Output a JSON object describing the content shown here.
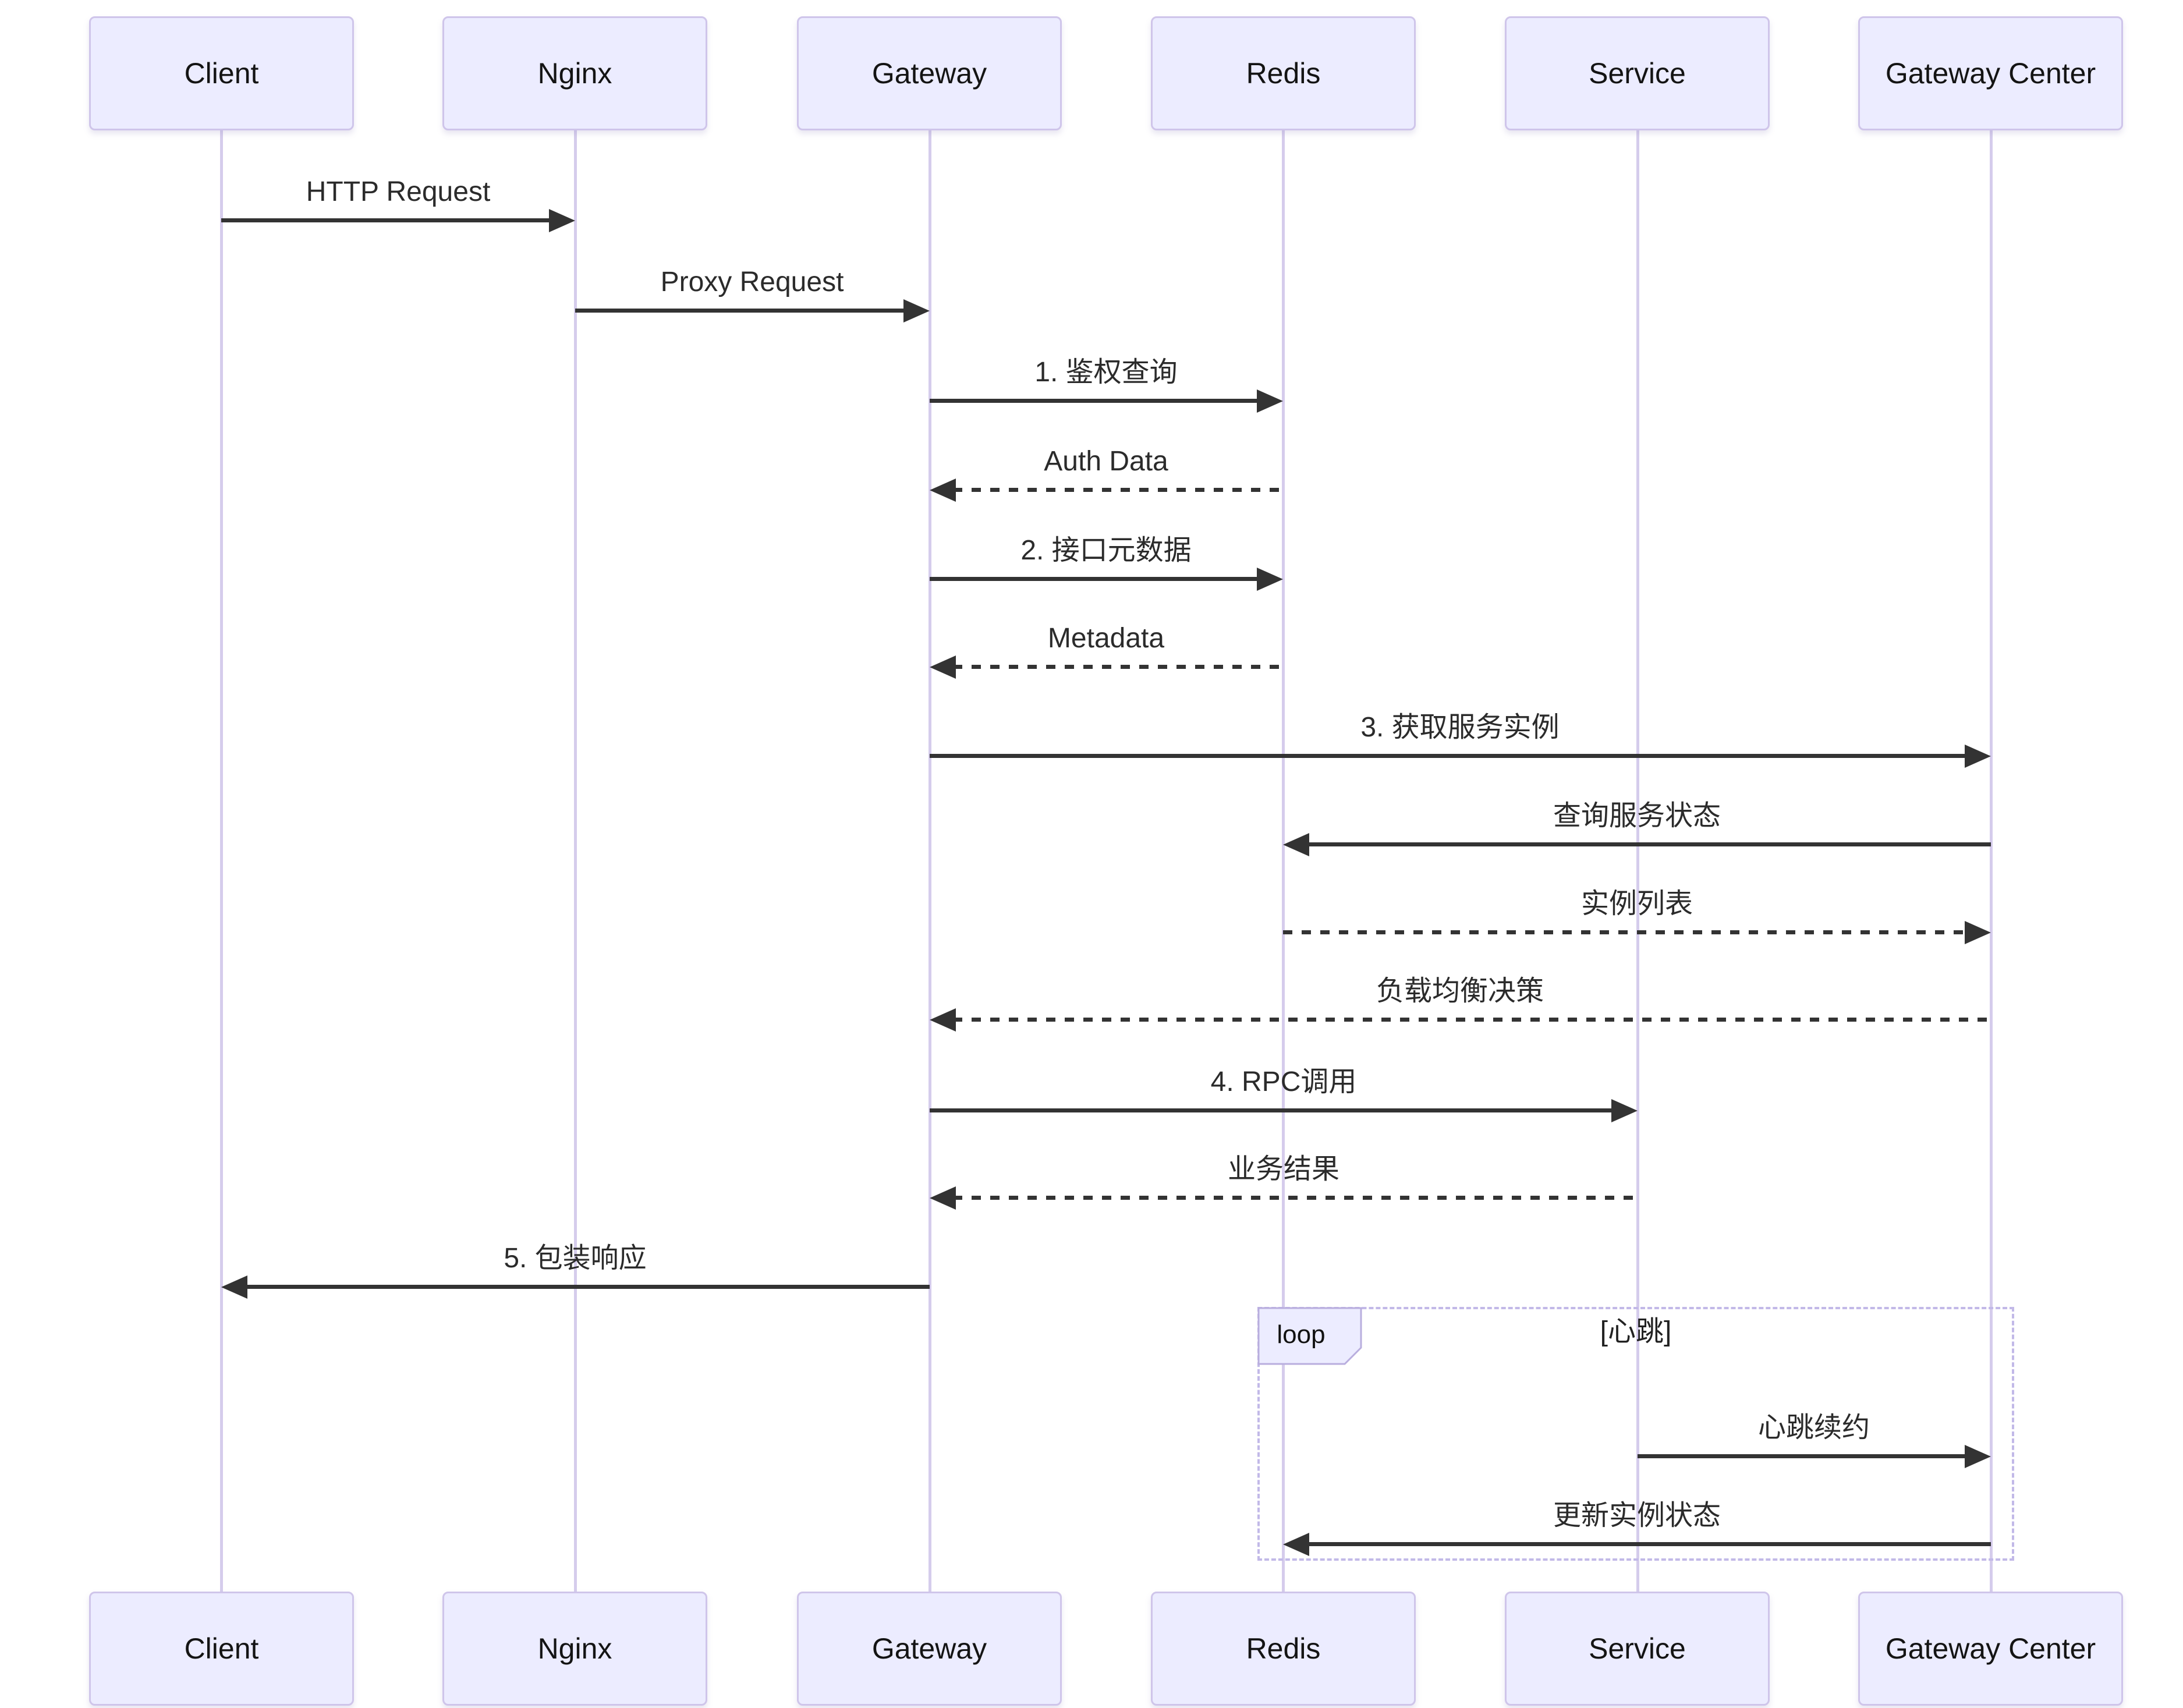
{
  "diagram": {
    "type": "sequence-diagram",
    "actors": [
      {
        "label": "Client"
      },
      {
        "label": "Nginx"
      },
      {
        "label": "Gateway"
      },
      {
        "label": "Redis"
      },
      {
        "label": "Service"
      },
      {
        "label": "Gateway Center"
      }
    ],
    "messages": [
      {
        "from": "Client",
        "to": "Nginx",
        "label": "HTTP Request",
        "line": "solid"
      },
      {
        "from": "Nginx",
        "to": "Gateway",
        "label": "Proxy Request",
        "line": "solid"
      },
      {
        "from": "Gateway",
        "to": "Redis",
        "label": "1. 鉴权查询",
        "line": "solid"
      },
      {
        "from": "Redis",
        "to": "Gateway",
        "label": "Auth Data",
        "line": "dashed"
      },
      {
        "from": "Gateway",
        "to": "Redis",
        "label": "2. 接口元数据",
        "line": "solid"
      },
      {
        "from": "Redis",
        "to": "Gateway",
        "label": "Metadata",
        "line": "dashed"
      },
      {
        "from": "Gateway",
        "to": "Gateway Center",
        "label": "3. 获取服务实例",
        "line": "solid"
      },
      {
        "from": "Gateway Center",
        "to": "Redis",
        "label": "查询服务状态",
        "line": "solid"
      },
      {
        "from": "Redis",
        "to": "Gateway Center",
        "label": "实例列表",
        "line": "dashed"
      },
      {
        "from": "Gateway Center",
        "to": "Gateway",
        "label": "负载均衡决策",
        "line": "dashed"
      },
      {
        "from": "Gateway",
        "to": "Service",
        "label": "4. RPC调用",
        "line": "solid"
      },
      {
        "from": "Service",
        "to": "Gateway",
        "label": "业务结果",
        "line": "dashed"
      },
      {
        "from": "Gateway",
        "to": "Client",
        "label": "5. 包装响应",
        "line": "solid"
      },
      {
        "from": "Service",
        "to": "Gateway Center",
        "label": "心跳续约",
        "line": "solid",
        "in_loop": true
      },
      {
        "from": "Gateway Center",
        "to": "Redis",
        "label": "更新实例状态",
        "line": "solid",
        "in_loop": true
      }
    ],
    "loop": {
      "keyword": "loop",
      "condition": "[心跳]"
    }
  },
  "colors": {
    "actor_fill": "#ECECFF",
    "actor_border": "#cfc5ea",
    "lifeline": "#d5ccec",
    "loop_border": "#c2b9e8",
    "arrow": "#333333",
    "text": "#2b2b2b",
    "background": "#ffffff"
  }
}
